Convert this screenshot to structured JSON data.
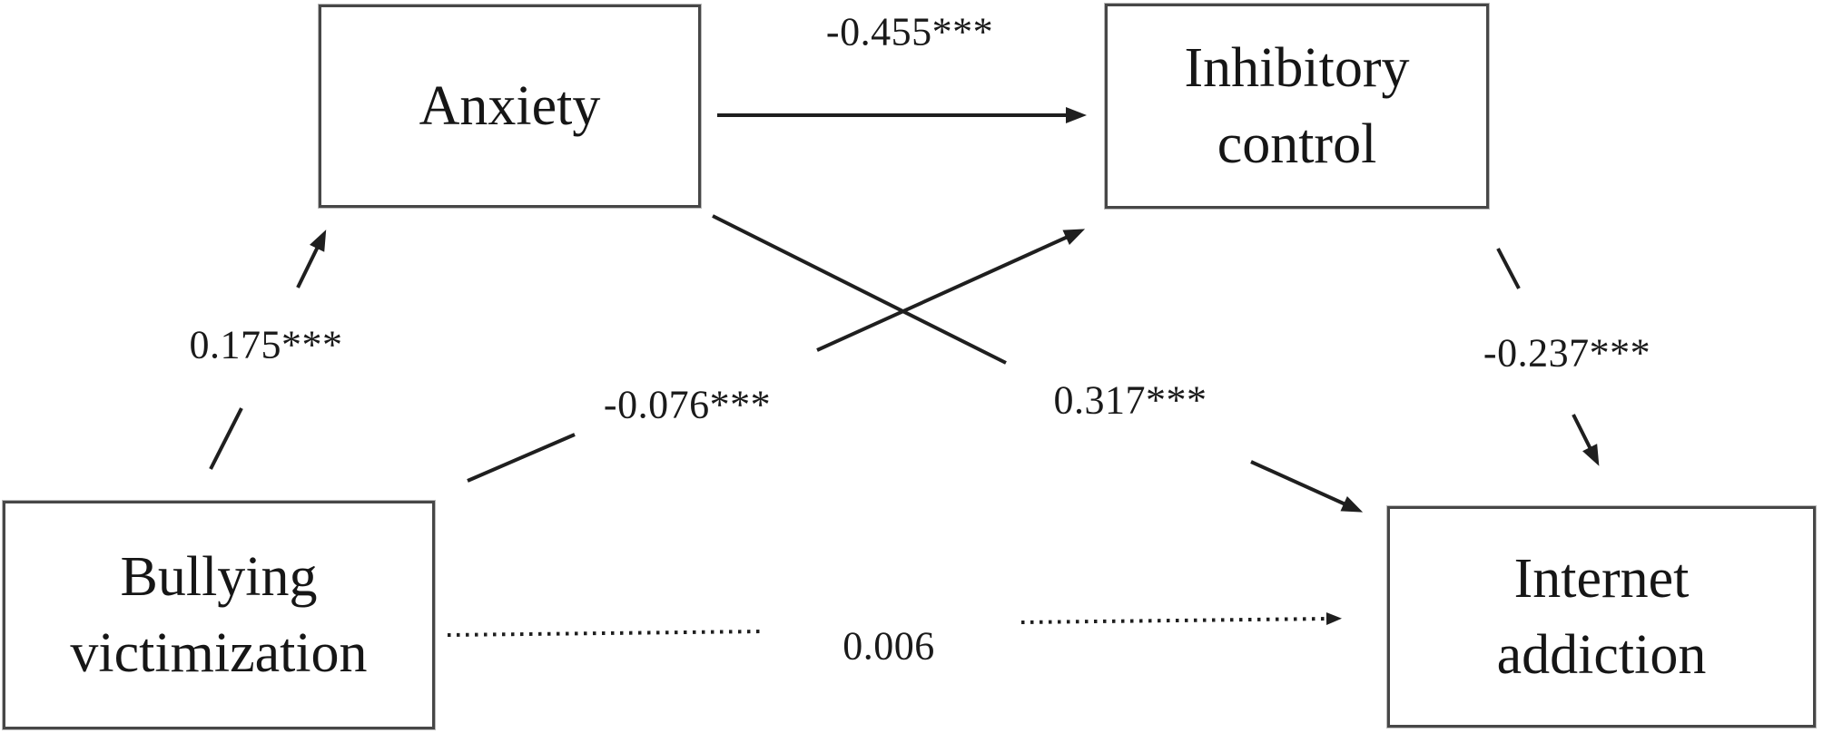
{
  "diagram": {
    "nodes": {
      "anxiety": {
        "lines": [
          "Anxiety"
        ]
      },
      "inhibitory_control": {
        "lines": [
          "Inhibitory",
          "control"
        ]
      },
      "bullying": {
        "lines": [
          "Bullying",
          "victimization"
        ]
      },
      "internet_addiction": {
        "lines": [
          "Internet",
          "addiction"
        ]
      }
    },
    "paths": {
      "bullying_to_anxiety": {
        "from": "Bullying victimization",
        "to": "Anxiety",
        "label": "0.175***",
        "style": "solid"
      },
      "anxiety_to_inhibitory": {
        "from": "Anxiety",
        "to": "Inhibitory control",
        "label": "-0.455***",
        "style": "solid"
      },
      "bullying_to_inhibitory": {
        "from": "Bullying victimization",
        "to": "Inhibitory control",
        "label": "-0.076***",
        "style": "solid"
      },
      "anxiety_to_internet": {
        "from": "Anxiety",
        "to": "Internet addiction",
        "label": "0.317***",
        "style": "solid"
      },
      "inhibitory_to_internet": {
        "from": "Inhibitory control",
        "to": "Internet addiction",
        "label": "-0.237***",
        "style": "solid"
      },
      "bullying_to_internet": {
        "from": "Bullying victimization",
        "to": "Internet addiction",
        "label": "0.006",
        "style": "dotted"
      }
    },
    "colors": {
      "line": "#1f1f1f",
      "text": "#1a1a1a",
      "box_border": "#474747",
      "background": "#ffffff"
    }
  }
}
